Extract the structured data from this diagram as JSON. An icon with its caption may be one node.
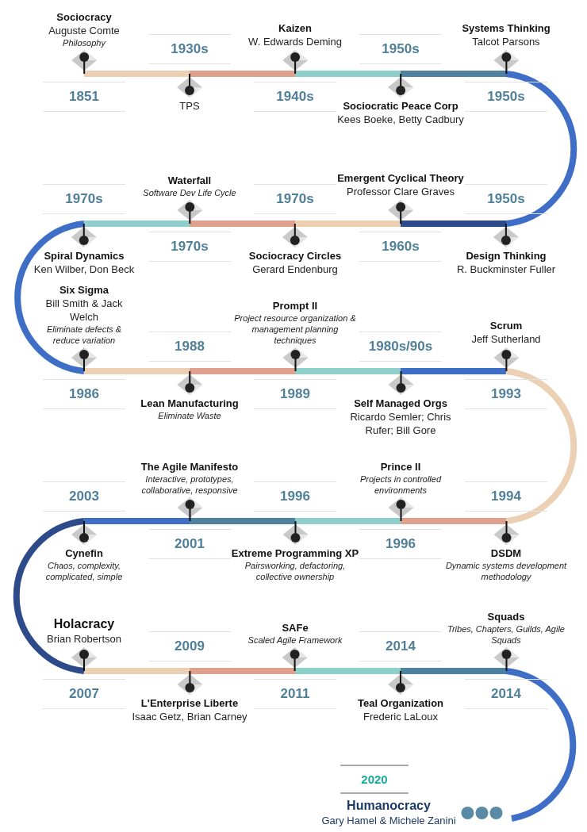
{
  "diagram": {
    "nodes": [
      {
        "text": [
          "Sociocracy",
          "Auguste Comte",
          "Philosophy"
        ],
        "beside": [
          "1851"
        ]
      },
      {
        "text": [
          "TPS"
        ],
        "beside": [
          "1930s"
        ]
      },
      {
        "text": [
          "Kaizen",
          "W. Edwards Deming"
        ],
        "beside": [
          "1940s"
        ]
      },
      {
        "text": [
          "Sociocratic Peace Corp",
          "Kees Boeke, Betty Cadbury"
        ],
        "beside": [
          "1950s"
        ]
      },
      {
        "text": [
          "Systems Thinking",
          "Talcot Parsons"
        ],
        "beside": [
          "1950s"
        ]
      },
      {
        "text": [
          "Design Thinking",
          "R. Buckminster Fuller"
        ],
        "beside": [
          "1950s"
        ]
      },
      {
        "text": [
          "Emergent Cyclical Theory",
          "Professor Clare Graves"
        ],
        "beside": [
          "1960s"
        ]
      },
      {
        "text": [
          "Sociocracy Circles",
          "Gerard Endenburg"
        ],
        "beside": [
          "1970s"
        ]
      },
      {
        "text": [
          "Waterfall",
          "Software Dev Life Cycle"
        ],
        "beside": [
          "1970s"
        ]
      },
      {
        "text": [
          "Spiral Dynamics",
          "Ken Wilber, Don Beck"
        ],
        "beside": [
          "1970s"
        ]
      },
      {
        "text": [
          "Six Sigma",
          "Bill Smith & Jack Welch",
          "Eliminate defects & reduce variation"
        ],
        "beside": [
          "1986"
        ]
      },
      {
        "text": [
          "Lean Manufacturing",
          "Eliminate Waste"
        ],
        "beside": [
          "1988"
        ]
      },
      {
        "text": [
          "Prompt II",
          "Project resource organization & management planning techniques"
        ],
        "beside": [
          "1989"
        ]
      },
      {
        "text": [
          "Self Managed Orgs",
          "Ricardo Semler; Chris Rufer; Bill Gore"
        ],
        "beside": [
          "1980s/90s"
        ]
      },
      {
        "text": [
          "Scrum",
          "Jeff Sutherland"
        ],
        "beside": [
          "1993"
        ]
      },
      {
        "text": [
          "DSDM",
          "Dynamic systems development methodology"
        ],
        "beside": [
          "1994"
        ]
      },
      {
        "text": [
          "Prince II",
          "Projects in controlled environments"
        ],
        "beside": [
          "1996"
        ]
      },
      {
        "text": [
          "Extreme Programming XP",
          "Pairsworking, defactoring, collective ownership"
        ],
        "beside": [
          "1996"
        ]
      },
      {
        "text": [
          "The Agile Manifesto",
          "Interactive, prototypes, collaborative, responsive"
        ],
        "beside": [
          "2001"
        ]
      },
      {
        "text": [
          "Cynefin",
          "Chaos, complexity, complicated, simple"
        ],
        "beside": [
          "2003"
        ]
      },
      {
        "text": [
          "Holacracy",
          "Brian Robertson"
        ],
        "beside": [
          "2007"
        ]
      },
      {
        "text": [
          "L'Enterprise Liberte",
          "Isaac Getz, Brian Carney"
        ],
        "beside": [
          "2009"
        ]
      },
      {
        "text": [
          "SAFe",
          "Scaled Agile Framework"
        ],
        "beside": [
          "2011"
        ]
      },
      {
        "text": [
          "Teal Organization",
          "Frederic LaLoux"
        ],
        "beside": [
          "2014"
        ]
      },
      {
        "text": [
          "Squads",
          "Tribes, Chapters, Guilds, Agile Squads"
        ],
        "beside": [
          "2014"
        ]
      },
      {
        "text": [
          "Humanocracy",
          "Gary Hamel & Michele Zanini"
        ],
        "beside": [
          "2020"
        ]
      }
    ],
    "edges": [
      {
        "from": 0,
        "to": 1,
        "arrow": "none",
        "color": "#ecd0b4"
      },
      {
        "from": 1,
        "to": 2,
        "arrow": "none",
        "color": "#dfa18e"
      },
      {
        "from": 2,
        "to": 3,
        "arrow": "none",
        "color": "#8fcfcb"
      },
      {
        "from": 3,
        "to": 4,
        "arrow": "none",
        "color": "#4f82a0"
      },
      {
        "from": 4,
        "to": 5,
        "arrow": "none",
        "color": "#3e6ec6"
      },
      {
        "from": 5,
        "to": 6,
        "arrow": "none",
        "color": "#2d4b8a"
      },
      {
        "from": 6,
        "to": 7,
        "arrow": "none",
        "color": "#ecd0b4"
      },
      {
        "from": 7,
        "to": 8,
        "arrow": "none",
        "color": "#dfa18e"
      },
      {
        "from": 8,
        "to": 9,
        "arrow": "none",
        "color": "#8fcfcb"
      },
      {
        "from": 9,
        "to": 10,
        "arrow": "none",
        "color": "#3e6ec6"
      },
      {
        "from": 10,
        "to": 11,
        "arrow": "none",
        "color": "#ecd0b4"
      },
      {
        "from": 11,
        "to": 12,
        "arrow": "none",
        "color": "#dfa18e"
      },
      {
        "from": 12,
        "to": 13,
        "arrow": "none",
        "color": "#8fcfcb"
      },
      {
        "from": 13,
        "to": 14,
        "arrow": "none",
        "color": "#3e6ec6"
      },
      {
        "from": 14,
        "to": 15,
        "arrow": "none",
        "color": "#ecd0b4"
      },
      {
        "from": 15,
        "to": 16,
        "arrow": "none",
        "color": "#dfa18e"
      },
      {
        "from": 16,
        "to": 17,
        "arrow": "none",
        "color": "#8fcfcb"
      },
      {
        "from": 17,
        "to": 18,
        "arrow": "none",
        "color": "#4f82a0"
      },
      {
        "from": 18,
        "to": 19,
        "arrow": "none",
        "color": "#3e6ec6"
      },
      {
        "from": 19,
        "to": 20,
        "arrow": "none",
        "color": "#2d4b8a"
      },
      {
        "from": 20,
        "to": 21,
        "arrow": "none",
        "color": "#ecd0b4"
      },
      {
        "from": 21,
        "to": 22,
        "arrow": "none",
        "color": "#dfa18e"
      },
      {
        "from": 22,
        "to": 23,
        "arrow": "none",
        "color": "#8fcfcb"
      },
      {
        "from": 23,
        "to": 24,
        "arrow": "none",
        "color": "#4f82a0"
      },
      {
        "from": 24,
        "to": 25,
        "arrow": "none",
        "color": "#3e6ec6"
      }
    ]
  }
}
